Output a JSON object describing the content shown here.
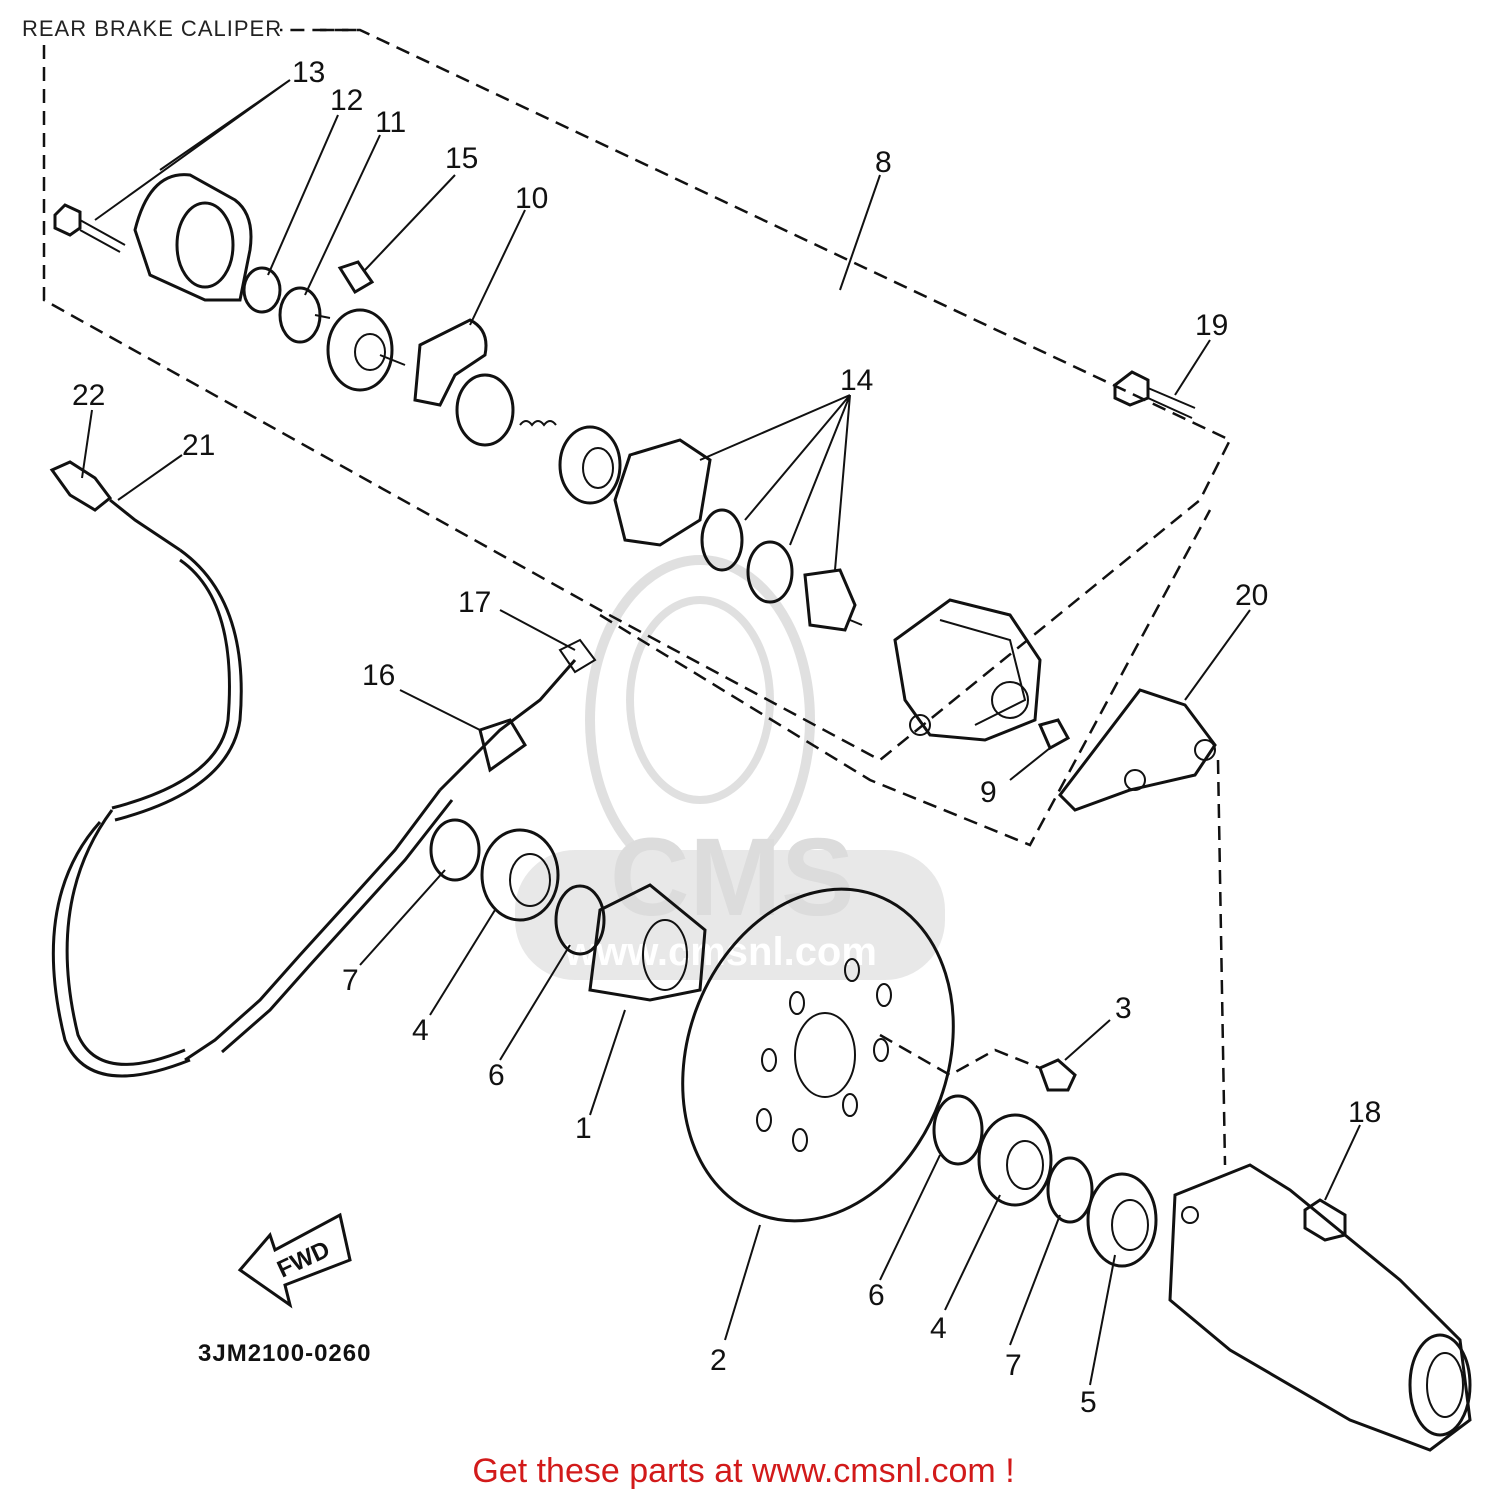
{
  "page_title": "REAR BRAKE CALIPER",
  "diagram_code": "3JM2100-0260",
  "footer_text": "Get these parts at www.cmsnl.com !",
  "watermark": {
    "brand": "CMS",
    "url": "www.cmsnl.com",
    "color": "#c8c8c8"
  },
  "fwd_label": "FWD",
  "callouts": [
    {
      "id": "c13",
      "text": "13"
    },
    {
      "id": "c12",
      "text": "12"
    },
    {
      "id": "c11",
      "text": "11"
    },
    {
      "id": "c15",
      "text": "15"
    },
    {
      "id": "c10",
      "text": "10"
    },
    {
      "id": "c8",
      "text": "8"
    },
    {
      "id": "c19",
      "text": "19"
    },
    {
      "id": "c14",
      "text": "14"
    },
    {
      "id": "c22",
      "text": "22"
    },
    {
      "id": "c21",
      "text": "21"
    },
    {
      "id": "c17",
      "text": "17"
    },
    {
      "id": "c20",
      "text": "20"
    },
    {
      "id": "c16",
      "text": "16"
    },
    {
      "id": "c9",
      "text": "9"
    },
    {
      "id": "c7a",
      "text": "7"
    },
    {
      "id": "c4a",
      "text": "4"
    },
    {
      "id": "c6a",
      "text": "6"
    },
    {
      "id": "c1",
      "text": "1"
    },
    {
      "id": "c3",
      "text": "3"
    },
    {
      "id": "c18",
      "text": "18"
    },
    {
      "id": "c2",
      "text": "2"
    },
    {
      "id": "c6b",
      "text": "6"
    },
    {
      "id": "c4b",
      "text": "4"
    },
    {
      "id": "c7b",
      "text": "7"
    },
    {
      "id": "c5",
      "text": "5"
    }
  ]
}
